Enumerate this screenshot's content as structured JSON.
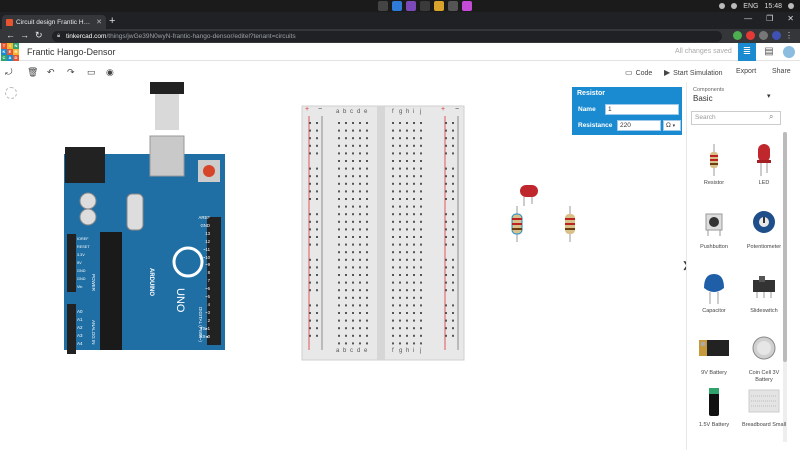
{
  "os": {
    "tray_lang": "ENG",
    "tray_time": "15:48"
  },
  "browser": {
    "tab_title": "Circuit design Frantic Hango-Den",
    "url_host": "tinkercad.com",
    "url_path": "/things/jwGe39N0wyN-frantic-hango-densor/editel?tenant=circuits"
  },
  "app": {
    "design_title": "Frantic Hango-Densor",
    "saved_status": "All changes saved",
    "logo_letters": [
      "TIN",
      "KER",
      "CAD"
    ]
  },
  "toolbar": {
    "code_label": "Code",
    "start_sim_label": "Start Simulation",
    "export_label": "Export",
    "share_label": "Share"
  },
  "inspector": {
    "title": "Resistor",
    "name_label": "Name",
    "name_value": "1",
    "resistance_label": "Resistance",
    "resistance_value": "220",
    "unit_value": "Ω"
  },
  "breadboard": {
    "col_letters_left": [
      "a",
      "b",
      "c",
      "d",
      "e"
    ],
    "col_letters_right": [
      "f",
      "g",
      "h",
      "i",
      "j"
    ],
    "rail_plus": "+",
    "rail_minus": "−"
  },
  "arduino": {
    "board_label": "UNO",
    "brand_label": "ARDUINO",
    "digital_label": "DIGITAL (PWM~)",
    "power_label": "POWER",
    "analog_label": "ANALOG IN",
    "top_pins": [
      "AREF",
      "GND",
      "13",
      "12",
      "~11",
      "~10",
      "~9",
      "8",
      "7",
      "~6",
      "~5",
      "4",
      "~3",
      "2",
      "TX▸1",
      "RX◂0"
    ],
    "left_pins": [
      "IOREF",
      "RESET",
      "3.3V",
      "5V",
      "GND",
      "GND",
      "Vin"
    ],
    "analog_pins": [
      "A0",
      "A1",
      "A2",
      "A3",
      "A4",
      "A5"
    ]
  },
  "panel": {
    "components_label": "Components",
    "category": "Basic",
    "search_placeholder": "Search",
    "components": [
      {
        "label": "Resistor",
        "icon": "resistor-icon"
      },
      {
        "label": "LED",
        "icon": "led-icon"
      },
      {
        "label": "Pushbutton",
        "icon": "pushbutton-icon"
      },
      {
        "label": "Potentiometer",
        "icon": "potentiometer-icon"
      },
      {
        "label": "Capacitor",
        "icon": "capacitor-icon"
      },
      {
        "label": "Slideswitch",
        "icon": "slideswitch-icon"
      },
      {
        "label": "9V Battery",
        "icon": "battery-9v-icon"
      },
      {
        "label": "Coin Cell 3V Battery",
        "icon": "coin-cell-icon"
      },
      {
        "label": "1.5V Battery",
        "icon": "battery-aa-icon"
      },
      {
        "label": "Breadboard Small",
        "icon": "breadboard-small-icon"
      }
    ]
  },
  "colors": {
    "accent": "#1a8bd1",
    "arduino_blue": "#1f6fa5",
    "led_red": "#c0272d"
  }
}
